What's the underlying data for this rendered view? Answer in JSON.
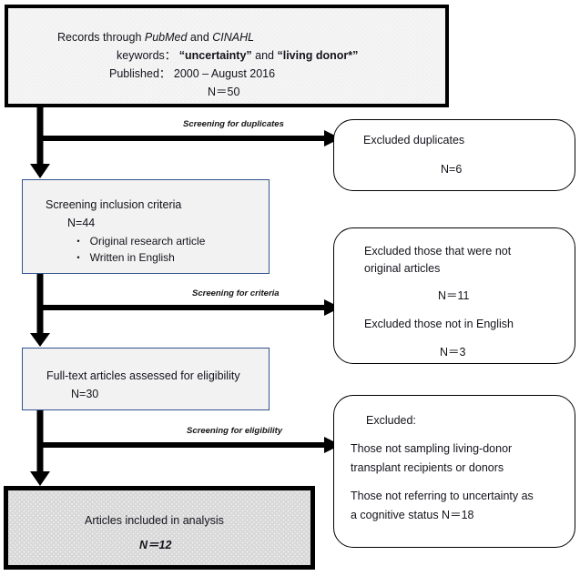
{
  "diagram": {
    "title": "PRISMA-style literature selection flow diagram",
    "colors": {
      "box_fill_gray": "#f2f2f2",
      "final_box_fill": "#d9d9d9",
      "border_black": "#000000",
      "border_blue": "#31538f",
      "text": "#13131b"
    }
  },
  "nodes": {
    "records": {
      "name": "records-identified-box",
      "line1_prefix": "Records through ",
      "line1_italic1": "PubMed",
      "line1_mid": " and ",
      "line1_italic2": "CINAHL",
      "line2_prefix": "keywords： ",
      "line2_kw1": "“uncertainty”",
      "line2_mid": " and ",
      "line2_kw2": "“living donor*”",
      "line3": "Published： 2000 – August 2016",
      "line4": "N＝50"
    },
    "screening": {
      "name": "screening-inclusion-criteria-box",
      "line1": "Screening inclusion criteria",
      "line2": "N=44",
      "bullet1": "・  Original research article",
      "bullet2": "・  Written in English"
    },
    "fulltext": {
      "name": "full-text-assessed-box",
      "line1": "Full-text articles assessed for eligibility",
      "line2": "N=30"
    },
    "included": {
      "name": "articles-included-box",
      "line1": "Articles included in analysis",
      "line2": "N＝12"
    },
    "excluded_duplicates": {
      "name": "excluded-duplicates-box",
      "line1": "Excluded duplicates",
      "line2": "N=6"
    },
    "excluded_originals": {
      "name": "excluded-not-original-box",
      "line1": "Excluded those that were not",
      "line2": "original articles",
      "line3": "N＝11",
      "line4": "Excluded those not in English",
      "line5": "N＝3"
    },
    "excluded_sampling": {
      "name": "excluded-eligibility-box",
      "line1": "Excluded:",
      "line2": "Those not sampling living-donor",
      "line3": "transplant recipients or donors",
      "line4": "Those not referring to uncertainty as",
      "line5": "a cognitive status N＝18"
    }
  },
  "edges": {
    "duplicates_label": "Screening for duplicates",
    "criteria_label": "Screening for criteria",
    "eligibility_label": "Screening for eligibility"
  }
}
